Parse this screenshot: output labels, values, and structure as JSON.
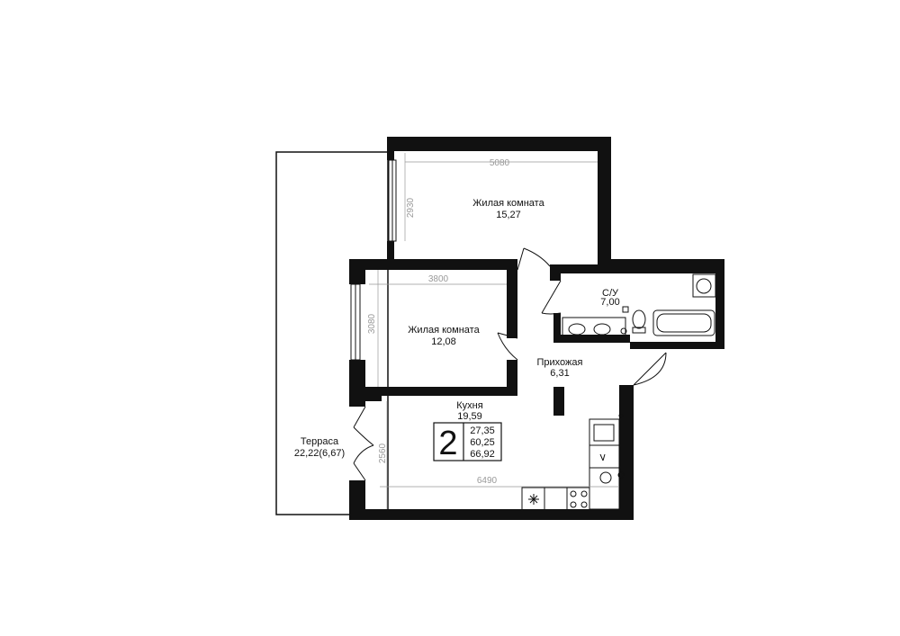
{
  "rooms": {
    "living_room_1": {
      "name": "Жилая комната",
      "area": "15,27"
    },
    "living_room_2": {
      "name": "Жилая комната",
      "area": "12,08"
    },
    "bathroom": {
      "name": "С/У",
      "area": "7,00"
    },
    "hallway": {
      "name": "Прихожая",
      "area": "6,31"
    },
    "kitchen": {
      "name": "Кухня",
      "area": "19,59"
    },
    "terrace": {
      "name": "Терраса",
      "area": "22,22(6,67)"
    }
  },
  "dimensions": {
    "room1_width": "5080",
    "room1_height": "2930",
    "room2_width": "3800",
    "room2_height": "3080",
    "kitchen_width": "6490",
    "kitchen_height": "2560"
  },
  "summary": {
    "rooms_count": "2",
    "areas": [
      "27,35",
      "60,25",
      "66,92"
    ]
  }
}
